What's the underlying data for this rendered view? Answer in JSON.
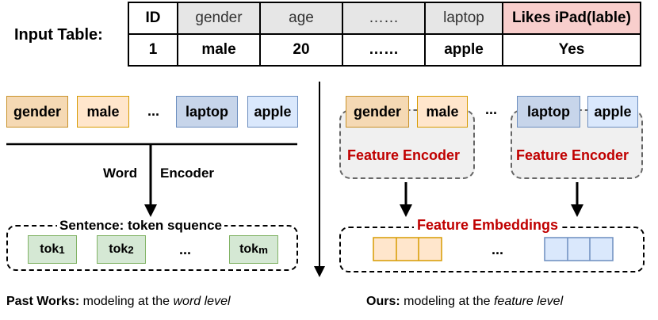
{
  "input_table": {
    "label": "Input Table:",
    "header": [
      "ID",
      "gender",
      "age",
      "……",
      "laptop",
      "Likes iPad(lable)"
    ],
    "row": [
      "1",
      "male",
      "20",
      "……",
      "apple",
      "Yes"
    ]
  },
  "past": {
    "tokens": [
      "gender",
      "male",
      "...",
      "laptop",
      "apple"
    ],
    "word_label": "Word",
    "encoder_label": "Encoder",
    "sentence_label": "Sentence: token squence",
    "seq_tokens": [
      {
        "base": "tok",
        "sub": "1"
      },
      {
        "base": "tok",
        "sub": "2"
      },
      {
        "base": "...",
        "sub": ""
      },
      {
        "base": "tok",
        "sub": "m"
      }
    ],
    "caption_bold": "Past Works:",
    "caption_mid": " modeling at the ",
    "caption_em": "word level"
  },
  "ours": {
    "tokens": [
      "gender",
      "male",
      "...",
      "laptop",
      "apple"
    ],
    "encoder_label_1": "Feature Encoder",
    "encoder_label_2": "Feature Encoder",
    "embeddings_label": "Feature Embeddings",
    "dots": "...",
    "caption_bold": "Ours:",
    "caption_mid": " modeling at the ",
    "caption_em": "feature level"
  },
  "colors": {
    "accent_red": "#c00000",
    "orange": "#ffe6cc",
    "blue": "#dae8fc",
    "green": "#d5e8d4",
    "label_pink": "#f8cecc"
  }
}
